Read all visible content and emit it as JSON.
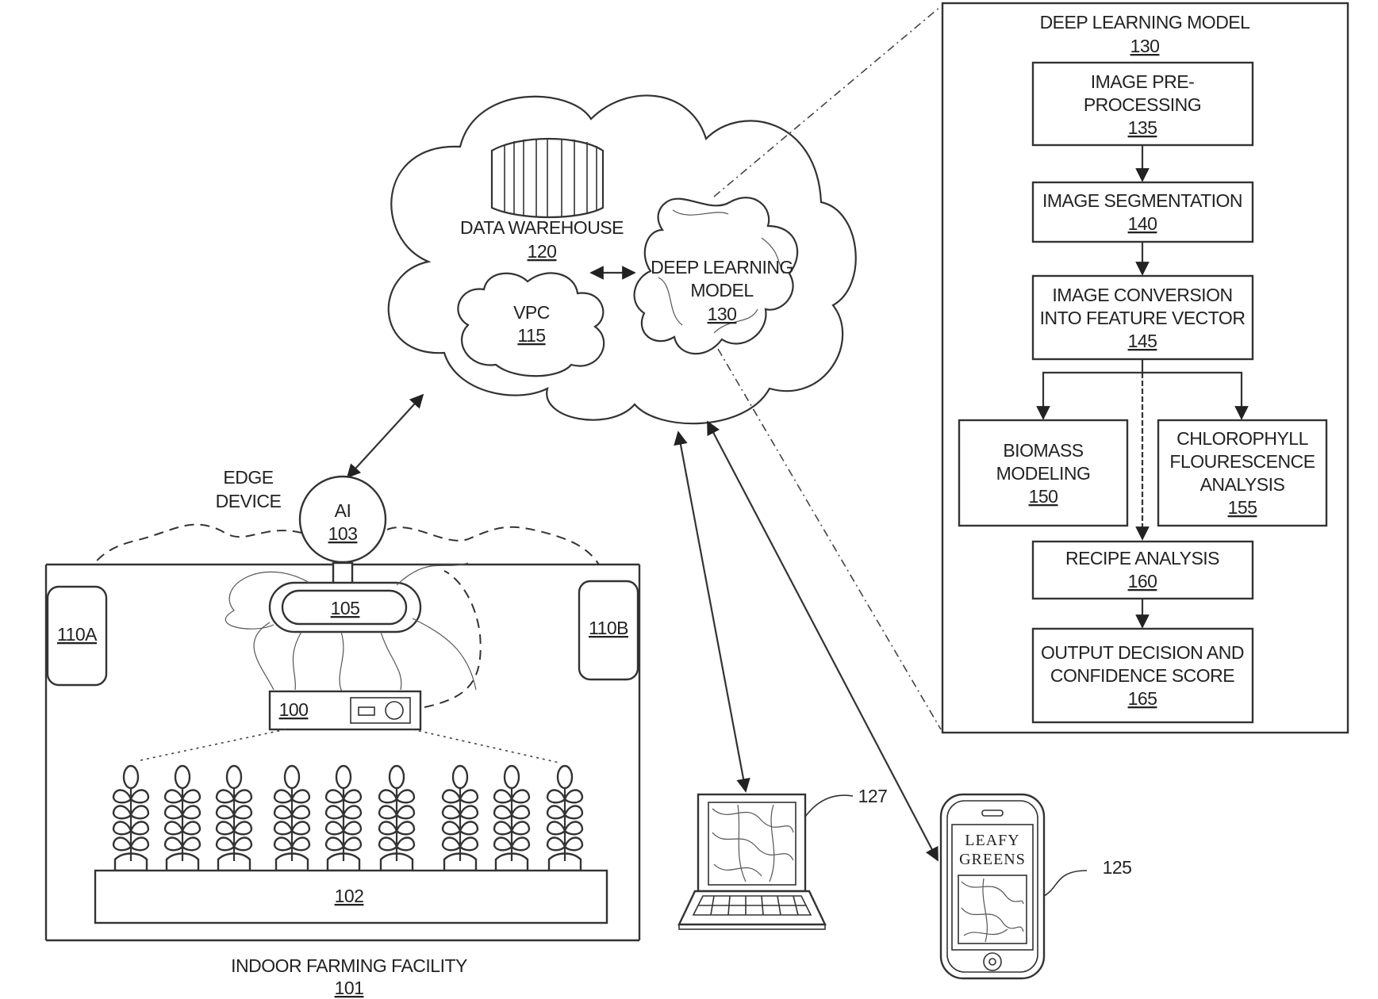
{
  "cloud": {
    "data_warehouse": {
      "label": "DATA WAREHOUSE",
      "ref": "120"
    },
    "vpc": {
      "label": "VPC",
      "ref": "115"
    },
    "deep_learning": {
      "line1": "DEEP LEARNING",
      "line2": "MODEL",
      "ref": "130"
    }
  },
  "edge_device": {
    "line1": "EDGE",
    "line2": "DEVICE",
    "ai_label": "AI",
    "ai_ref": "103"
  },
  "facility": {
    "label": "INDOOR FARMING FACILITY",
    "ref": "101",
    "sensor_left": "110A",
    "sensor_right": "110B",
    "camera_ref": "105",
    "controller_ref": "100",
    "growing_bed_ref": "102"
  },
  "laptop": {
    "ref": "127"
  },
  "phone": {
    "ref": "125",
    "screen_line1": "LEAFY",
    "screen_line2": "GREENS"
  },
  "model_panel": {
    "title": "DEEP LEARNING MODEL",
    "title_ref": "130",
    "steps": {
      "preprocessing": {
        "line1": "IMAGE PRE-",
        "line2": "PROCESSING",
        "ref": "135"
      },
      "segmentation": {
        "line1": "IMAGE SEGMENTATION",
        "ref": "140"
      },
      "conversion": {
        "line1": "IMAGE CONVERSION",
        "line2": "INTO FEATURE VECTOR",
        "ref": "145"
      },
      "biomass": {
        "line1": "BIOMASS",
        "line2": "MODELING",
        "ref": "150"
      },
      "chlorophyll": {
        "line1": "CHLOROPHYLL",
        "line2": "FLOURESCENCE",
        "line3": "ANALYSIS",
        "ref": "155"
      },
      "recipe": {
        "line1": "RECIPE ANALYSIS",
        "ref": "160"
      },
      "output": {
        "line1": "OUTPUT DECISION AND",
        "line2": "CONFIDENCE SCORE",
        "ref": "165"
      }
    }
  }
}
